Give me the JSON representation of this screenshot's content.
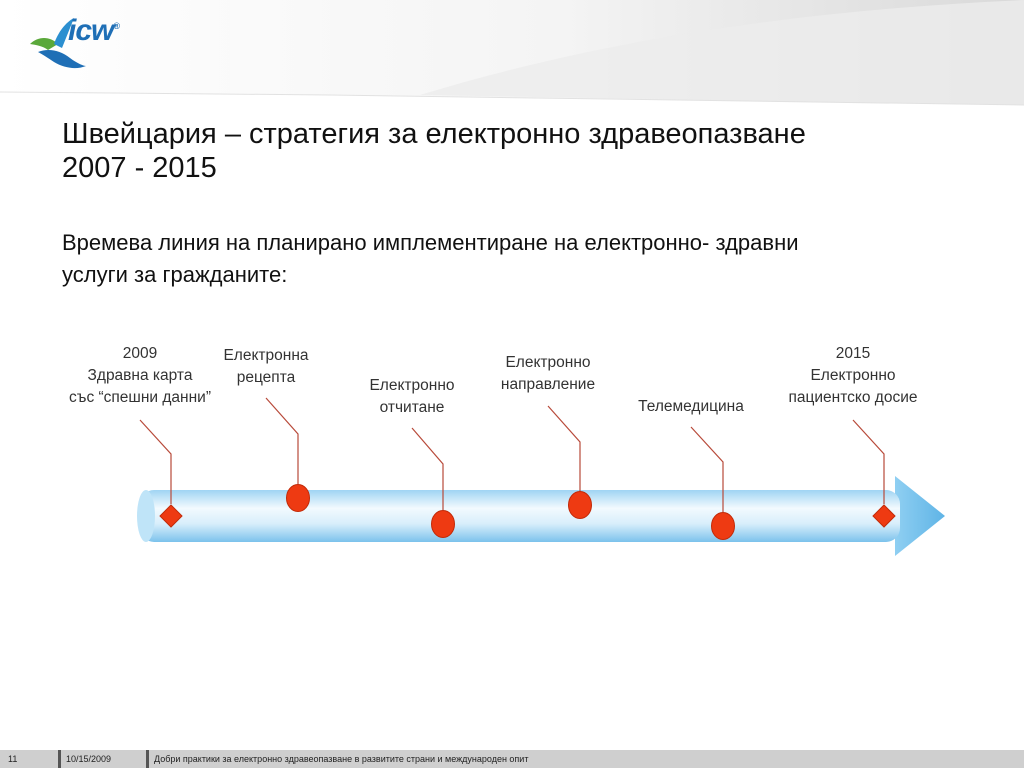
{
  "brand": {
    "logo_text": "icw",
    "logo_mark": "®"
  },
  "slide": {
    "title_line1": "Швейцария – стратегия за електронно здравеопазване",
    "title_line2": "2007 - 2015",
    "subtitle_line1": "Времева линия на планирано имплементиране на електронно- здравни",
    "subtitle_line2": "услуги за гражданите:"
  },
  "timeline": {
    "colors": {
      "arrow": "#8ccbf0",
      "arrow_light": "#eef8fe",
      "circle": "#ee3a12",
      "diamond": "#ee3a12",
      "connector": "#b84a3a"
    },
    "milestones": [
      {
        "shape": "diamond",
        "lines": [
          "2009",
          "Здравна карта",
          "със “спешни данни”"
        ]
      },
      {
        "shape": "circle",
        "lines": [
          "Електронна",
          "рецепта"
        ]
      },
      {
        "shape": "circle",
        "lines": [
          "Електронно",
          "отчитане"
        ]
      },
      {
        "shape": "circle",
        "lines": [
          "Електронно",
          "направление"
        ]
      },
      {
        "shape": "circle",
        "lines": [
          "Телемедицина"
        ]
      },
      {
        "shape": "diamond",
        "lines": [
          "2015",
          "Електронно",
          "пациентско досие"
        ]
      }
    ]
  },
  "footer": {
    "page": "11",
    "date": "10/15/2009",
    "text": "Добри практики за електронно здравеопазване в развитите страни и международен опит"
  }
}
